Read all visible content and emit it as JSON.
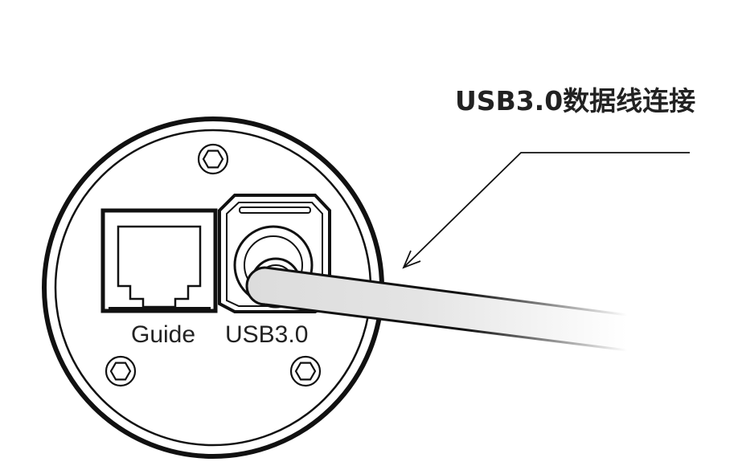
{
  "callout": {
    "text": "USB3.0数据线连接"
  },
  "labels": {
    "guide": "Guide",
    "usb": "USB3.0"
  },
  "colors": {
    "stroke": "#111111",
    "text": "#222222",
    "cable_fill": "#d8d8d8",
    "background": "#ffffff"
  }
}
